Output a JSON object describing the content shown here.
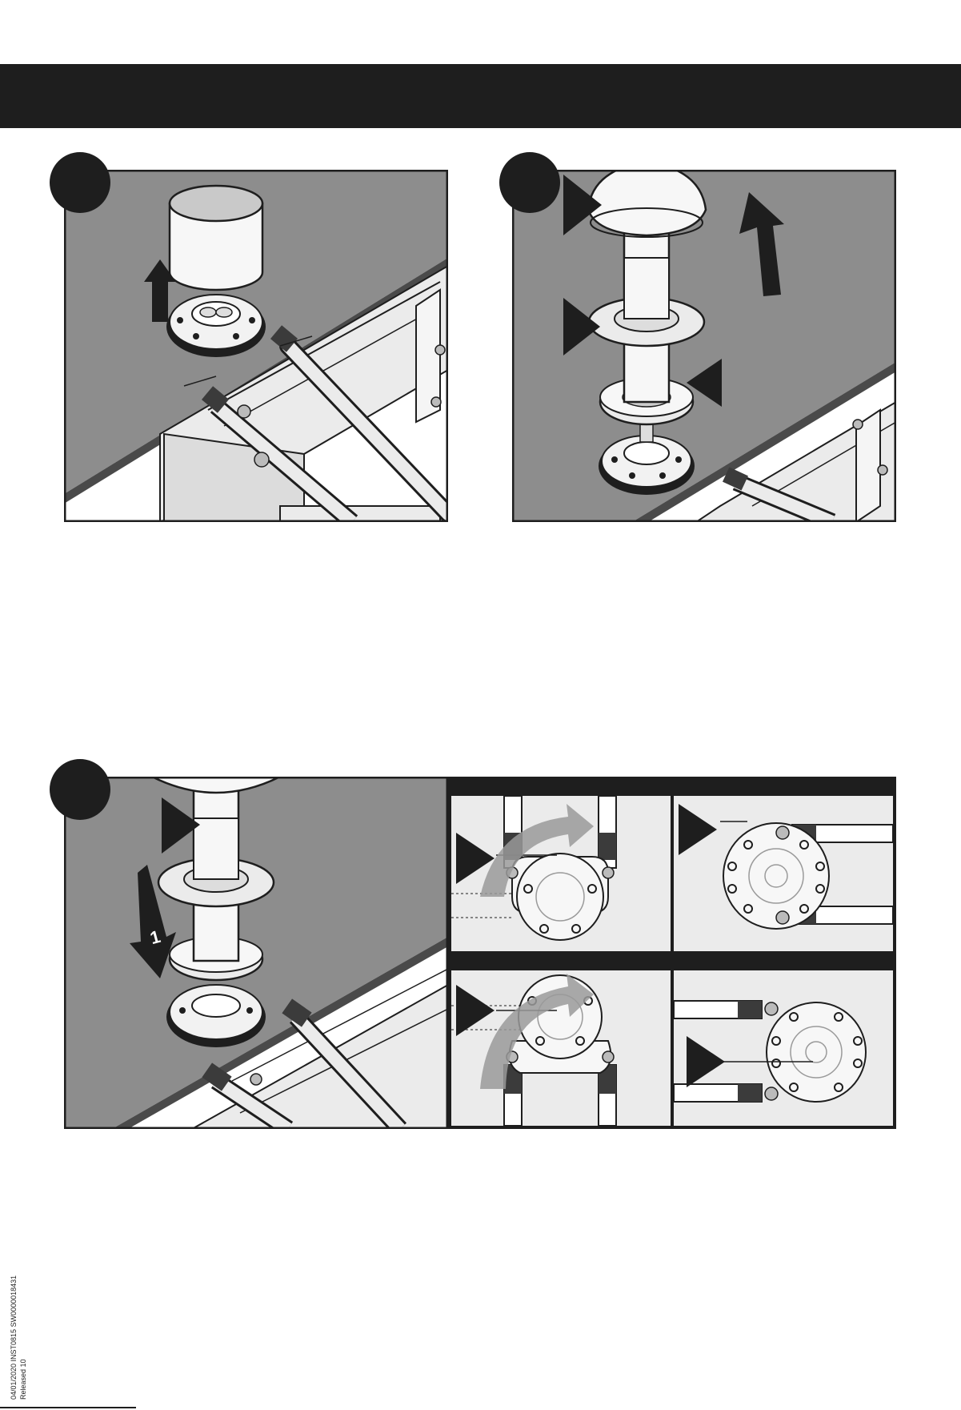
{
  "page": {
    "background": "#ffffff",
    "ink": "#1e1e1e",
    "panel_fill": "#8d8d8d",
    "metal_fill": "#ebebeb"
  },
  "header": {
    "text": ""
  },
  "steps": [
    {
      "id": "step-1",
      "badge": ""
    },
    {
      "id": "step-2",
      "badge": ""
    },
    {
      "id": "step-3",
      "badge": "",
      "arrow_label": "1"
    }
  ],
  "detail_views": [
    {
      "id": "detail-top-left",
      "icon": "rotate-arrow-icon"
    },
    {
      "id": "detail-top-right",
      "icon": "pointer-triangle-icon"
    },
    {
      "id": "detail-bottom-left",
      "icon": "rotate-arrow-icon"
    },
    {
      "id": "detail-bottom-right",
      "icon": "pointer-triangle-icon"
    }
  ],
  "side_note": {
    "line1": "04/01/2020 INST0815 SW0000018431",
    "line2": "Released 10"
  }
}
